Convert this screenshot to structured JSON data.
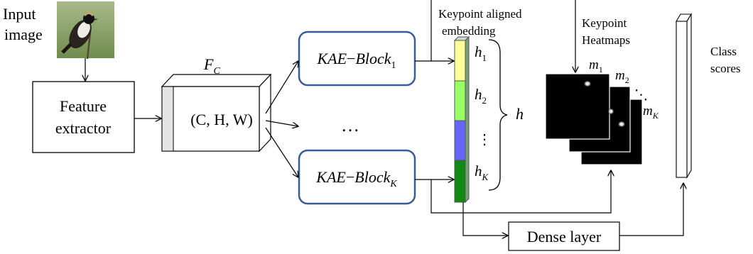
{
  "input": {
    "label_line1": "Input",
    "label_line2": "image"
  },
  "feature_extractor": {
    "line1": "Feature",
    "line2": "extractor"
  },
  "feature_map": {
    "symbol": "F",
    "subscript": "C",
    "dims": "(C, H, W)"
  },
  "kae_blocks": [
    {
      "name": "KAE",
      "op": "−",
      "block": "Block",
      "subscript": "1"
    },
    {
      "name": "KAE",
      "op": "−",
      "block": "Block",
      "subscript": "K"
    }
  ],
  "ellipsis": "…",
  "embedding": {
    "title_line1": "Keypoint aligned",
    "title_line2": "embedding",
    "segments": [
      {
        "symbol": "h",
        "subscript": "1",
        "color": "#ffff99"
      },
      {
        "symbol": "h",
        "subscript": "2",
        "color": "#99ff66"
      },
      {
        "symbol": "⋮",
        "subscript": "",
        "color": "#6666ff"
      },
      {
        "symbol": "h",
        "subscript": "K",
        "color": "#118811"
      }
    ],
    "brace_symbol": "h"
  },
  "heatmaps": {
    "title_line1": "Keypoint",
    "title_line2": "Heatmaps",
    "labels": [
      {
        "symbol": "m",
        "subscript": "1"
      },
      {
        "symbol": "m",
        "subscript": "2"
      },
      {
        "symbol": "m",
        "subscript": "K"
      }
    ],
    "dots": "⋱"
  },
  "dense_layer": {
    "label": "Dense layer"
  },
  "class_scores": {
    "line1": "Class",
    "line2": "scores"
  },
  "colors": {
    "kae_border": "#3a5a9a",
    "heatmap_bg": "#000000"
  }
}
